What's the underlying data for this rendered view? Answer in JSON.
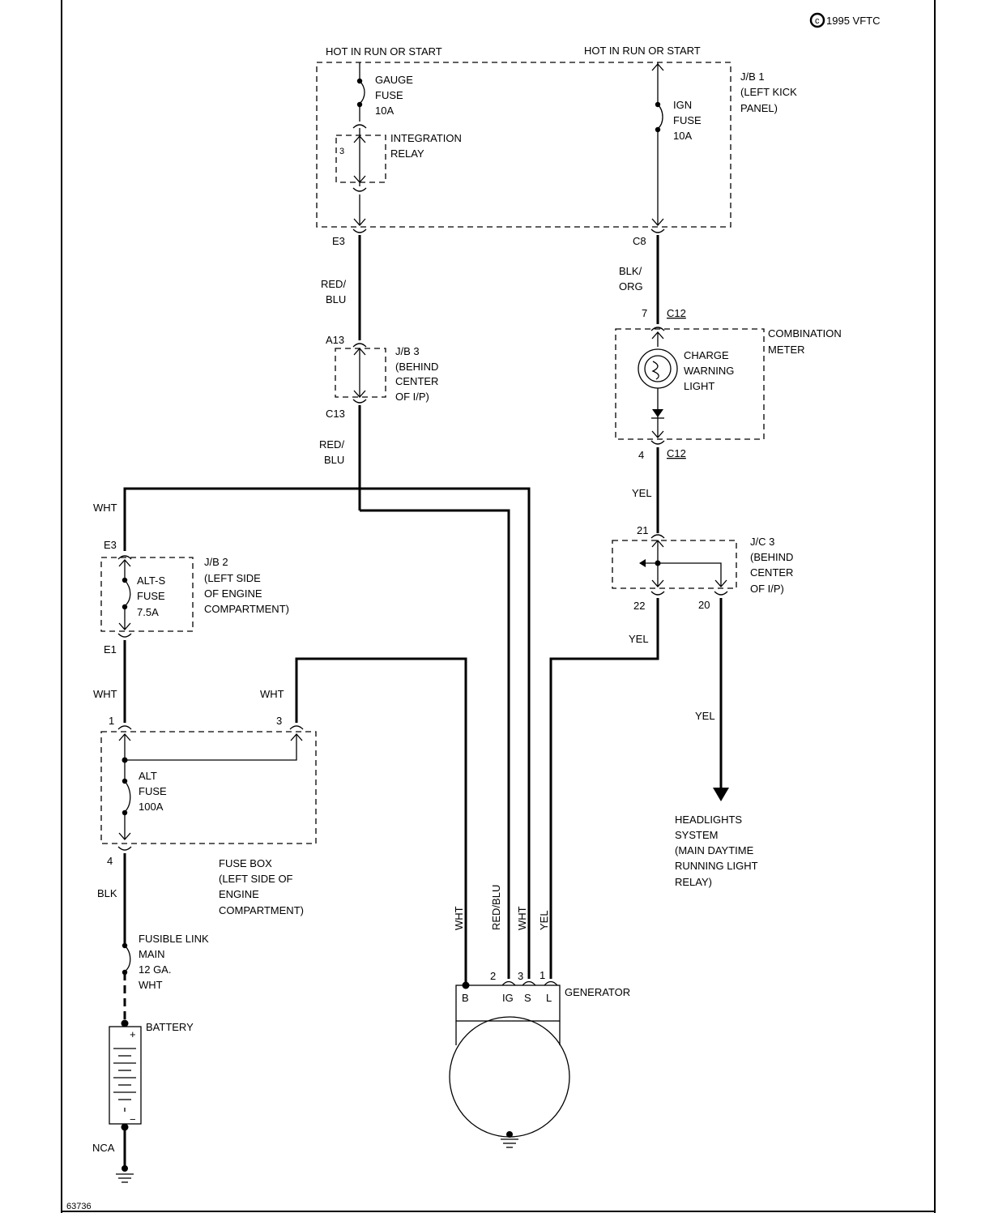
{
  "copyright": "1995 VFTC",
  "figure_number": "63736",
  "supply": {
    "left_hot": "HOT IN RUN OR START",
    "right_hot": "HOT IN RUN OR START"
  },
  "jb1": {
    "label": [
      "J/B 1",
      "(LEFT KICK",
      "PANEL)"
    ],
    "gauge_fuse": [
      "GAUGE",
      "FUSE",
      "10A"
    ],
    "integration_relay": [
      "INTEGRATION",
      "RELAY"
    ],
    "relay_pin": "3",
    "ign_fuse": [
      "IGN",
      "FUSE",
      "10A"
    ],
    "conn_left": "E3",
    "conn_right": "C8"
  },
  "jb3": {
    "label": [
      "J/B 3",
      "(BEHIND",
      "CENTER",
      "OF I/P)"
    ],
    "conn_top": "A13",
    "conn_bottom": "C13"
  },
  "combination_meter": {
    "label": [
      "COMBINATION",
      "METER"
    ],
    "lamp": [
      "CHARGE",
      "WARNING",
      "LIGHT"
    ],
    "pin_top": "7",
    "conn_top": "C12",
    "pin_bottom": "4",
    "conn_bottom": "C12"
  },
  "jc3": {
    "label": [
      "J/C 3",
      "(BEHIND",
      "CENTER",
      "OF I/P)"
    ],
    "pin_in": "21",
    "pin_out1": "22",
    "pin_out2": "20"
  },
  "jb2": {
    "label": [
      "J/B 2",
      "(LEFT SIDE",
      "OF ENGINE",
      "COMPARTMENT)"
    ],
    "fuse": [
      "ALT-S",
      "FUSE",
      "7.5A"
    ],
    "conn_top": "E3",
    "conn_bottom": "E1"
  },
  "fuse_box": {
    "label": [
      "FUSE BOX",
      "(LEFT SIDE OF",
      "ENGINE",
      "COMPARTMENT)"
    ],
    "fuse": [
      "ALT",
      "FUSE",
      "100A"
    ],
    "pin1": "1",
    "pin3": "3",
    "pin4": "4"
  },
  "fusible_link": [
    "FUSIBLE LINK",
    "MAIN",
    "12 GA.",
    "WHT"
  ],
  "battery": {
    "label": "BATTERY",
    "plus": "+",
    "minus": "−",
    "ground": "NCA"
  },
  "generator": {
    "label": "GENERATOR",
    "terminals": [
      "B",
      "IG",
      "S",
      "L"
    ],
    "pins": [
      "2",
      "3",
      "1"
    ]
  },
  "headlights": [
    "HEADLIGHTS",
    "SYSTEM",
    "(MAIN DAYTIME",
    "RUNNING LIGHT",
    "RELAY)"
  ],
  "wire_colors": {
    "red_blu_1": [
      "RED/",
      "BLU"
    ],
    "red_blu_2": [
      "RED/",
      "BLU"
    ],
    "blk_org": [
      "BLK/",
      "ORG"
    ],
    "yel_1": "YEL",
    "yel_2": "YEL",
    "yel_3": "YEL",
    "wht_1": "WHT",
    "wht_2": "WHT",
    "wht_3": "WHT",
    "blk": "BLK",
    "vert_wht_1": "WHT",
    "vert_red_blu": "RED/BLU",
    "vert_wht_2": "WHT",
    "vert_yel": "YEL"
  }
}
